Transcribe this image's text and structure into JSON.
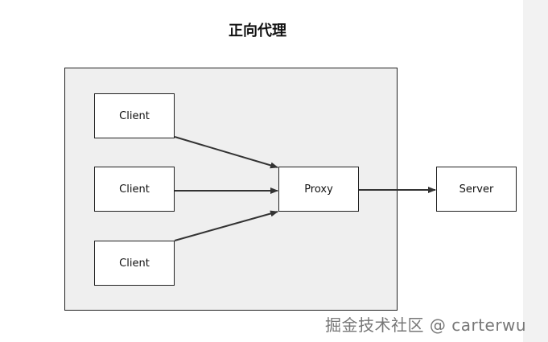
{
  "diagram": {
    "title": "正向代理",
    "nodes": {
      "client1": "Client",
      "client2": "Client",
      "client3": "Client",
      "proxy": "Proxy",
      "server": "Server"
    },
    "edges": [
      {
        "from": "client1",
        "to": "proxy"
      },
      {
        "from": "client2",
        "to": "proxy"
      },
      {
        "from": "client3",
        "to": "proxy"
      },
      {
        "from": "proxy",
        "to": "server"
      }
    ]
  },
  "watermark": "掘金技术社区 @ carterwu"
}
